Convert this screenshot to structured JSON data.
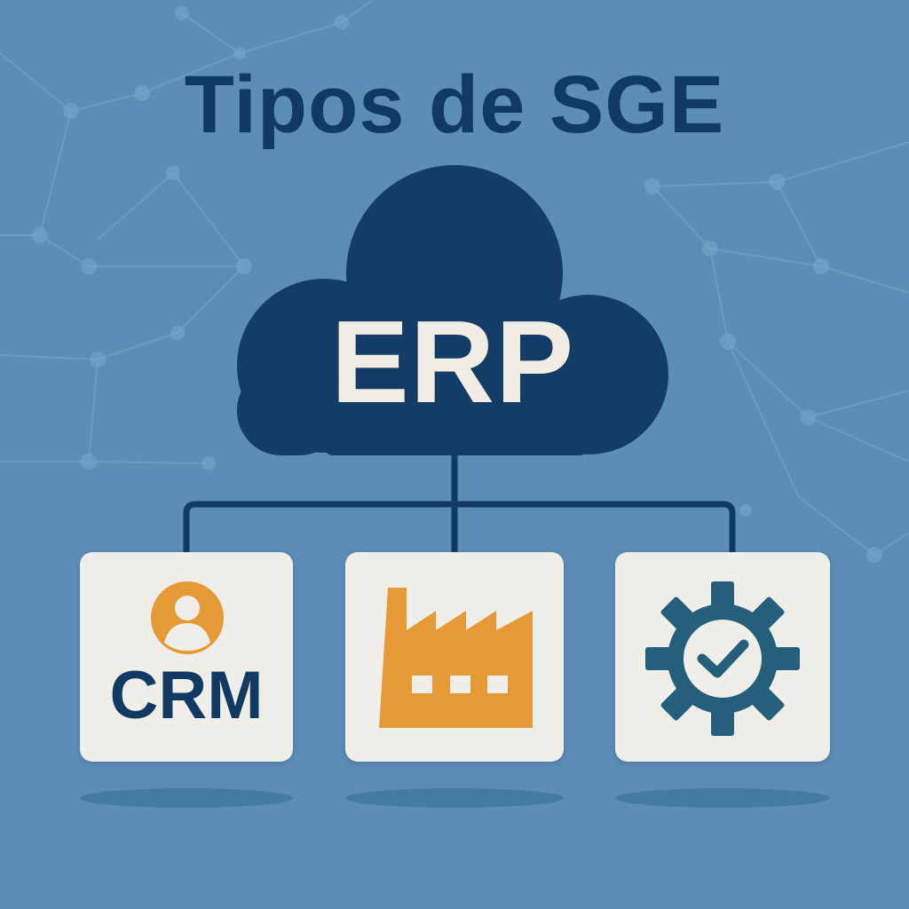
{
  "title": "Tipos de SGE",
  "erp": {
    "label": "ERP",
    "icon": "cloud-icon"
  },
  "modules": [
    {
      "label": "CRM",
      "icon": "user-icon"
    },
    {
      "label": "",
      "icon": "factory-icon"
    },
    {
      "label": "",
      "icon": "gear-check-icon"
    }
  ],
  "colors": {
    "background": "#5b8db7",
    "navy": "#113a63",
    "card": "#f0eee8",
    "orange": "#e59a35",
    "teal": "#265f7b"
  }
}
